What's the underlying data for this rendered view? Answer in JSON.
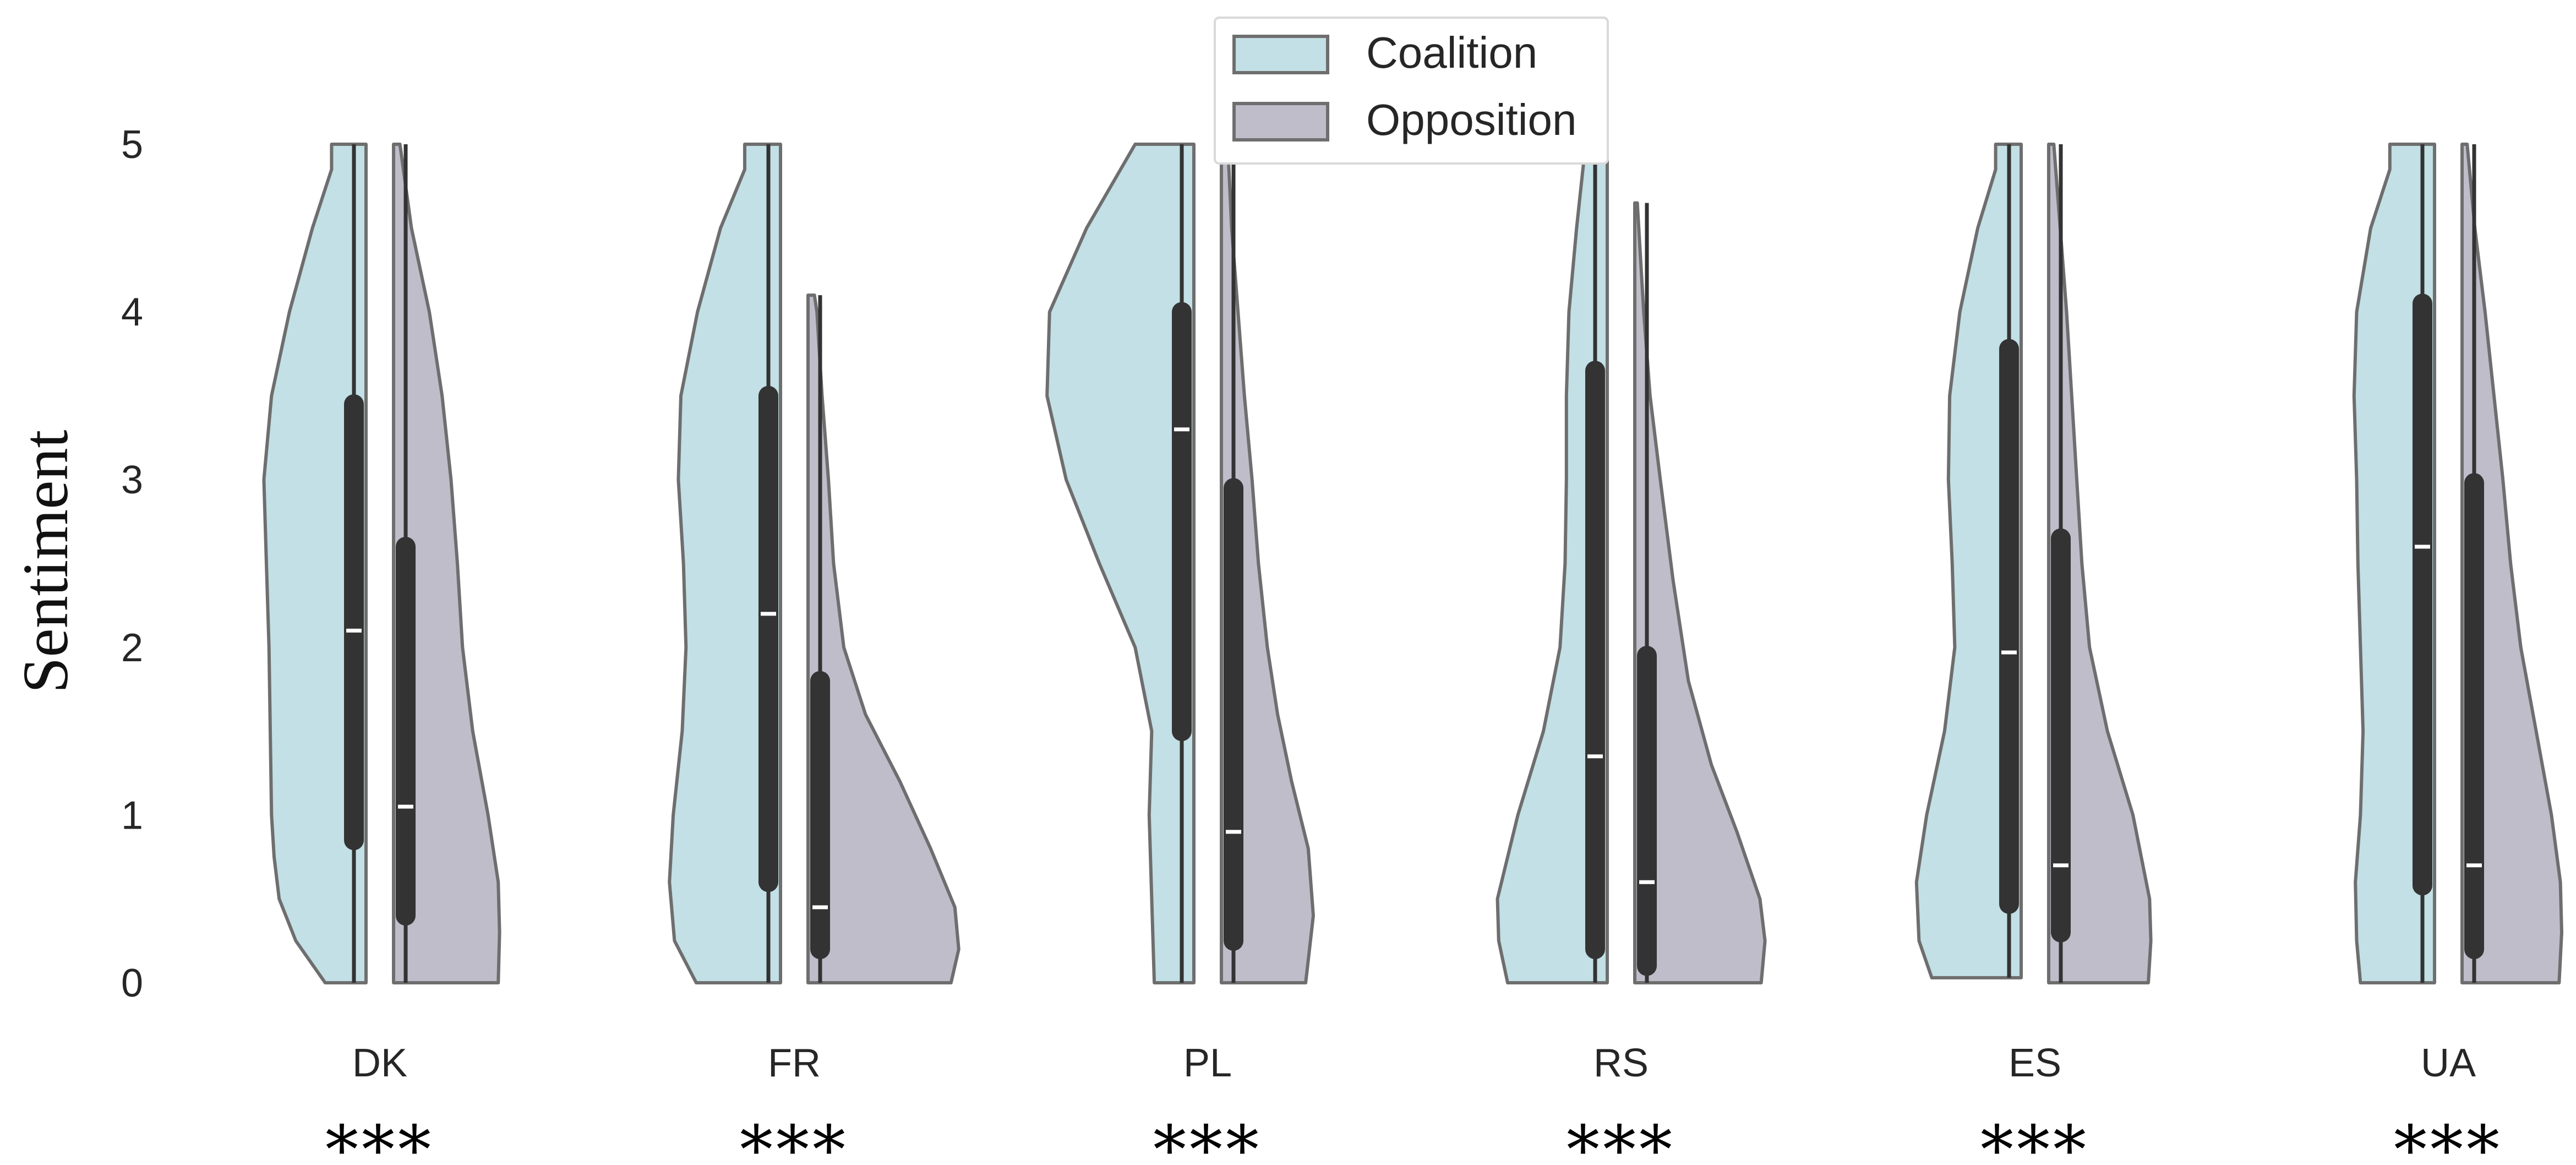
{
  "chart_data": {
    "type": "violin",
    "split": true,
    "inner": "box",
    "ylabel": "Sentiment",
    "xlabel": "",
    "ylim": [
      0,
      5
    ],
    "y_ticks": [
      "0",
      "1",
      "2",
      "3",
      "4",
      "5"
    ],
    "grid": false,
    "legend_position": "top-center",
    "legend": [
      {
        "name": "Coalition",
        "color": "#c2e0e5"
      },
      {
        "name": "Opposition",
        "color": "#bebdc9"
      }
    ],
    "categories": [
      {
        "label": "DK",
        "significance": "***",
        "coalition": {
          "median": 2.1,
          "q1": 0.85,
          "q3": 3.45,
          "min": 0.0,
          "max": 5.0,
          "density": [
            [
              0,
              0.32
            ],
            [
              0.25,
              0.55
            ],
            [
              0.5,
              0.68
            ],
            [
              0.75,
              0.72
            ],
            [
              1.0,
              0.74
            ],
            [
              1.5,
              0.75
            ],
            [
              2.0,
              0.76
            ],
            [
              2.5,
              0.78
            ],
            [
              3.0,
              0.8
            ],
            [
              3.5,
              0.74
            ],
            [
              4.0,
              0.6
            ],
            [
              4.5,
              0.42
            ],
            [
              4.85,
              0.27
            ],
            [
              5.0,
              0.27
            ]
          ]
        },
        "opposition": {
          "median": 1.05,
          "q1": 0.4,
          "q3": 2.6,
          "min": 0.0,
          "max": 5.0,
          "density": [
            [
              0,
              0.82
            ],
            [
              0.3,
              0.83
            ],
            [
              0.6,
              0.82
            ],
            [
              1.0,
              0.74
            ],
            [
              1.5,
              0.62
            ],
            [
              2.0,
              0.54
            ],
            [
              2.5,
              0.5
            ],
            [
              3.0,
              0.45
            ],
            [
              3.5,
              0.38
            ],
            [
              4.0,
              0.28
            ],
            [
              4.5,
              0.14
            ],
            [
              5.0,
              0.05
            ]
          ]
        }
      },
      {
        "label": "FR",
        "significance": "***",
        "coalition": {
          "median": 2.2,
          "q1": 0.6,
          "q3": 3.5,
          "min": 0.0,
          "max": 5.0,
          "density": [
            [
              0,
              0.66
            ],
            [
              0.25,
              0.83
            ],
            [
              0.6,
              0.87
            ],
            [
              1.0,
              0.84
            ],
            [
              1.5,
              0.77
            ],
            [
              2.0,
              0.74
            ],
            [
              2.5,
              0.76
            ],
            [
              3.0,
              0.8
            ],
            [
              3.5,
              0.78
            ],
            [
              4.0,
              0.65
            ],
            [
              4.5,
              0.47
            ],
            [
              4.85,
              0.28
            ],
            [
              5.0,
              0.28
            ]
          ]
        },
        "opposition": {
          "median": 0.45,
          "q1": 0.2,
          "q3": 1.8,
          "min": 0.0,
          "max": 4.1,
          "density": [
            [
              0,
              1.12
            ],
            [
              0.2,
              1.18
            ],
            [
              0.45,
              1.15
            ],
            [
              0.8,
              0.96
            ],
            [
              1.2,
              0.72
            ],
            [
              1.6,
              0.45
            ],
            [
              2.0,
              0.28
            ],
            [
              2.5,
              0.2
            ],
            [
              3.0,
              0.16
            ],
            [
              3.5,
              0.11
            ],
            [
              4.0,
              0.07
            ],
            [
              4.1,
              0.05
            ]
          ]
        }
      },
      {
        "label": "PL",
        "significance": "***",
        "coalition": {
          "median": 3.3,
          "q1": 1.5,
          "q3": 4.0,
          "min": 0.0,
          "max": 5.0,
          "density": [
            [
              0,
              0.31
            ],
            [
              0.5,
              0.33
            ],
            [
              1.0,
              0.35
            ],
            [
              1.5,
              0.33
            ],
            [
              2.0,
              0.46
            ],
            [
              2.5,
              0.74
            ],
            [
              3.0,
              1.0
            ],
            [
              3.5,
              1.15
            ],
            [
              4.0,
              1.13
            ],
            [
              4.5,
              0.84
            ],
            [
              5.0,
              0.46
            ]
          ]
        },
        "opposition": {
          "median": 0.9,
          "q1": 0.25,
          "q3": 2.95,
          "min": 0.0,
          "max": 5.0,
          "density": [
            [
              0,
              0.66
            ],
            [
              0.4,
              0.72
            ],
            [
              0.8,
              0.68
            ],
            [
              1.2,
              0.55
            ],
            [
              1.6,
              0.44
            ],
            [
              2.0,
              0.36
            ],
            [
              2.5,
              0.29
            ],
            [
              3.0,
              0.24
            ],
            [
              3.5,
              0.18
            ],
            [
              4.0,
              0.13
            ],
            [
              4.5,
              0.08
            ],
            [
              5.0,
              0.05
            ]
          ]
        }
      },
      {
        "label": "RS",
        "significance": "***",
        "coalition": {
          "median": 1.35,
          "q1": 0.2,
          "q3": 3.65,
          "min": 0.0,
          "max": 5.0,
          "density": [
            [
              0,
              0.78
            ],
            [
              0.25,
              0.85
            ],
            [
              0.5,
              0.86
            ],
            [
              1.0,
              0.7
            ],
            [
              1.5,
              0.5
            ],
            [
              2.0,
              0.37
            ],
            [
              2.5,
              0.33
            ],
            [
              3.0,
              0.32
            ],
            [
              3.5,
              0.32
            ],
            [
              4.0,
              0.3
            ],
            [
              4.5,
              0.24
            ],
            [
              5.0,
              0.17
            ]
          ]
        },
        "opposition": {
          "median": 0.6,
          "q1": 0.1,
          "q3": 1.95,
          "min": 0.0,
          "max": 4.65,
          "density": [
            [
              0,
              0.99
            ],
            [
              0.25,
              1.02
            ],
            [
              0.5,
              0.98
            ],
            [
              0.9,
              0.8
            ],
            [
              1.3,
              0.6
            ],
            [
              1.8,
              0.42
            ],
            [
              2.4,
              0.3
            ],
            [
              3.0,
              0.2
            ],
            [
              3.5,
              0.12
            ],
            [
              4.0,
              0.07
            ],
            [
              4.65,
              0.02
            ]
          ]
        }
      },
      {
        "label": "ES",
        "significance": "***",
        "coalition": {
          "median": 1.97,
          "q1": 0.47,
          "q3": 3.78,
          "min": 0.03,
          "max": 5.0,
          "density": [
            [
              0.03,
              0.7
            ],
            [
              0.25,
              0.8
            ],
            [
              0.6,
              0.82
            ],
            [
              1.0,
              0.74
            ],
            [
              1.5,
              0.6
            ],
            [
              2.0,
              0.52
            ],
            [
              2.5,
              0.54
            ],
            [
              3.0,
              0.57
            ],
            [
              3.5,
              0.56
            ],
            [
              4.0,
              0.48
            ],
            [
              4.5,
              0.34
            ],
            [
              4.85,
              0.2
            ],
            [
              5.0,
              0.2
            ]
          ]
        },
        "opposition": {
          "median": 0.7,
          "q1": 0.3,
          "q3": 2.65,
          "min": 0.0,
          "max": 5.0,
          "density": [
            [
              0,
              0.78
            ],
            [
              0.25,
              0.8
            ],
            [
              0.5,
              0.79
            ],
            [
              1.0,
              0.66
            ],
            [
              1.5,
              0.46
            ],
            [
              2.0,
              0.32
            ],
            [
              2.5,
              0.26
            ],
            [
              3.0,
              0.22
            ],
            [
              3.5,
              0.18
            ],
            [
              4.0,
              0.14
            ],
            [
              4.5,
              0.09
            ],
            [
              5.0,
              0.04
            ]
          ]
        }
      },
      {
        "label": "UA",
        "significance": "***",
        "coalition": {
          "median": 2.6,
          "q1": 0.58,
          "q3": 4.05,
          "min": 0.0,
          "max": 5.0,
          "density": [
            [
              0,
              0.58
            ],
            [
              0.25,
              0.61
            ],
            [
              0.6,
              0.62
            ],
            [
              1.0,
              0.58
            ],
            [
              1.5,
              0.56
            ],
            [
              2.0,
              0.58
            ],
            [
              2.5,
              0.6
            ],
            [
              3.0,
              0.61
            ],
            [
              3.5,
              0.63
            ],
            [
              4.0,
              0.61
            ],
            [
              4.5,
              0.5
            ],
            [
              4.85,
              0.35
            ],
            [
              5.0,
              0.35
            ]
          ]
        },
        "opposition": {
          "median": 0.7,
          "q1": 0.2,
          "q3": 2.98,
          "min": 0.0,
          "max": 5.0,
          "density": [
            [
              0,
              0.76
            ],
            [
              0.3,
              0.78
            ],
            [
              0.6,
              0.77
            ],
            [
              1.0,
              0.7
            ],
            [
              1.5,
              0.58
            ],
            [
              2.0,
              0.46
            ],
            [
              2.5,
              0.38
            ],
            [
              3.0,
              0.32
            ],
            [
              3.5,
              0.25
            ],
            [
              4.0,
              0.18
            ],
            [
              4.5,
              0.1
            ],
            [
              5.0,
              0.04
            ]
          ]
        }
      }
    ]
  },
  "colors": {
    "coalition": "#c2e0e5",
    "opposition": "#bebdc9",
    "violin_edge": "#6e6e6e",
    "box": "#333333",
    "median": "#ffffff"
  }
}
